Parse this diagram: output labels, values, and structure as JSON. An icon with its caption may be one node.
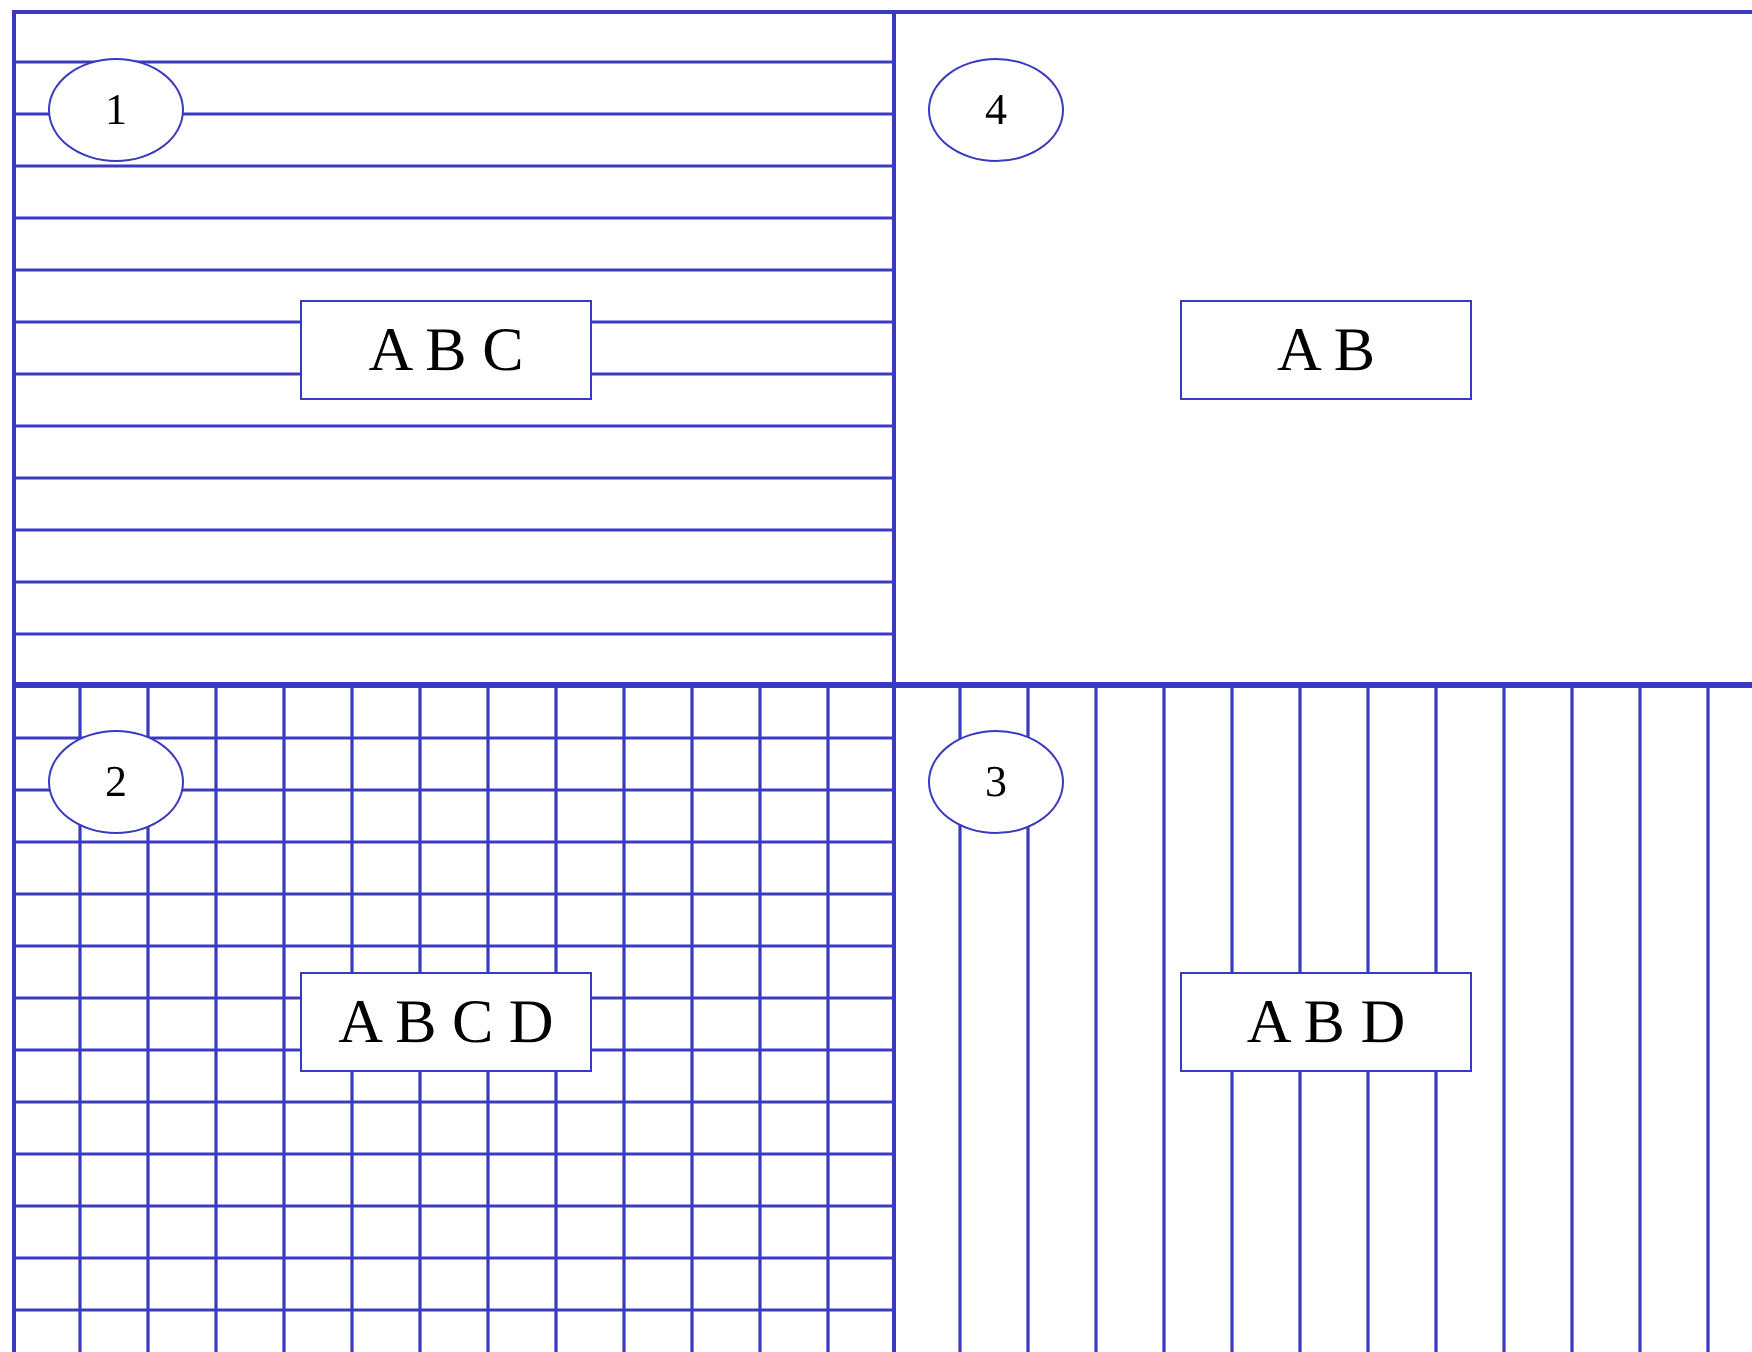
{
  "diagram": {
    "nodes": [
      {
        "text": [],
        "shape": "box"
      },
      {
        "text": [
          "1"
        ],
        "in": 0
      },
      {
        "text": [
          "A B C"
        ],
        "in": 0
      },
      {
        "text": [],
        "shape": "box"
      },
      {
        "text": [
          "4"
        ],
        "in": 3
      },
      {
        "text": [
          "A B"
        ],
        "in": 3
      },
      {
        "text": [],
        "shape": "box"
      },
      {
        "text": [
          "2"
        ],
        "in": 6
      },
      {
        "text": [
          "A B C D"
        ],
        "in": 6
      },
      {
        "text": [],
        "shape": "box"
      },
      {
        "text": [
          "3"
        ],
        "in": 9
      },
      {
        "text": [
          "A B D"
        ],
        "in": 9
      }
    ]
  }
}
